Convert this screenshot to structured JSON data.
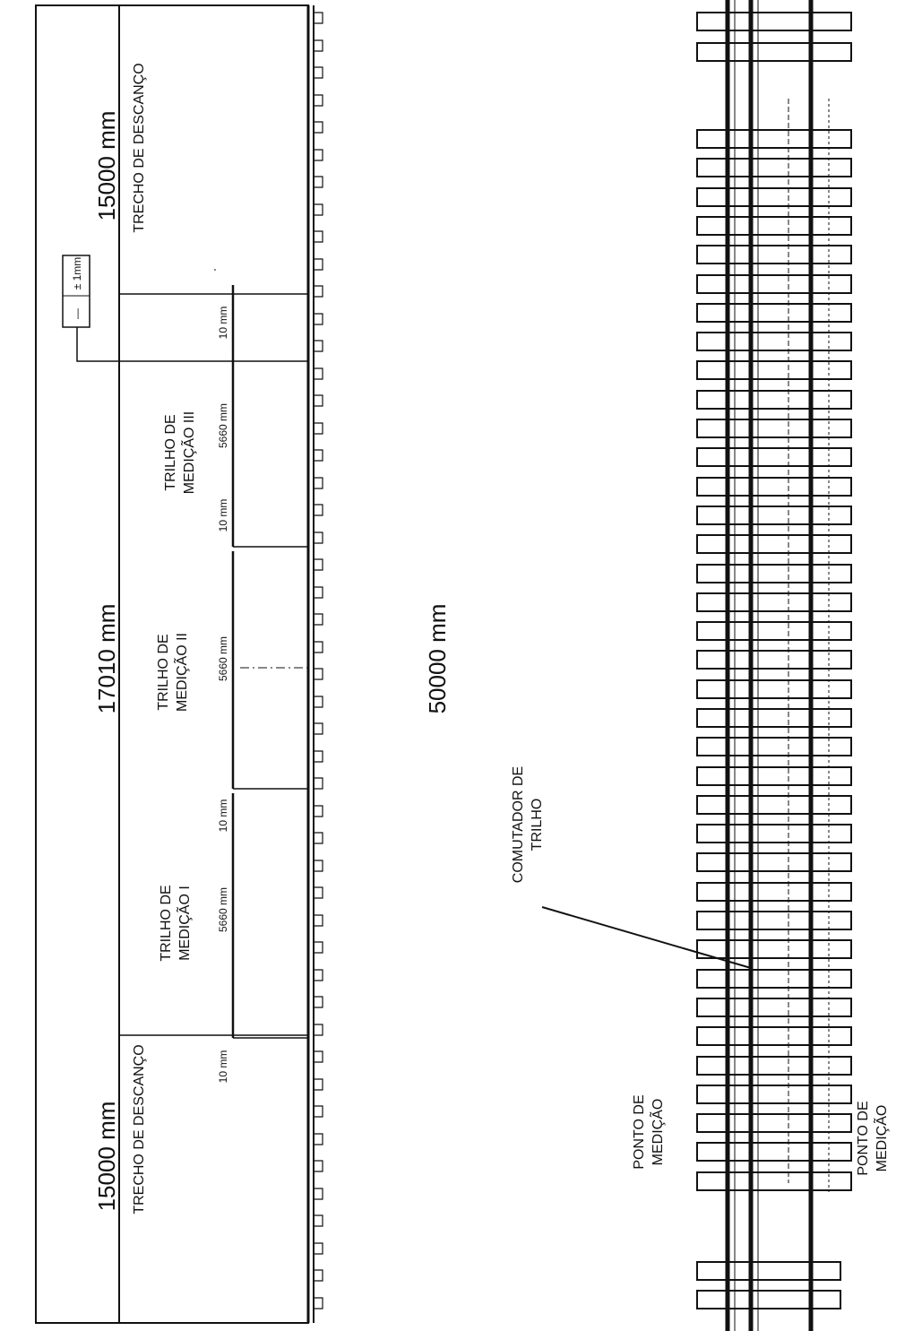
{
  "left_panel": {
    "total_length": "50000 mm",
    "right_rest_length": "15000 mm",
    "right_rest_label": "TRECHO DE DESCANÇO",
    "middle_length": "17010 mm",
    "left_rest_length": "15000 mm",
    "left_rest_label": "TRECHO DE DESCANÇO",
    "tolerance_symbol": "—",
    "tolerance_value": "± 1mm",
    "rails": [
      {
        "line1": "TRILHO DE",
        "line2": "MEDIÇÃO III",
        "length": "5660 mm"
      },
      {
        "line1": "TRILHO DE",
        "line2": "MEDIÇÃO II",
        "length": "5660 mm"
      },
      {
        "line1": "TRILHO DE",
        "line2": "MEDIÇÃO I",
        "length": "5660 mm"
      }
    ],
    "gaps": [
      "10 mm",
      "10 mm",
      "10 mm",
      "10 mm"
    ]
  },
  "right_panel": {
    "switch_label_line1": "COMUTADOR DE",
    "switch_label_line2": "TRILHO",
    "measure_point_left_line1": "PONTO DE",
    "measure_point_left_line2": "MEDIÇÃO",
    "measure_point_right_line1": "PONTO DE",
    "measure_point_right_line2": "MEDIÇÃO"
  }
}
